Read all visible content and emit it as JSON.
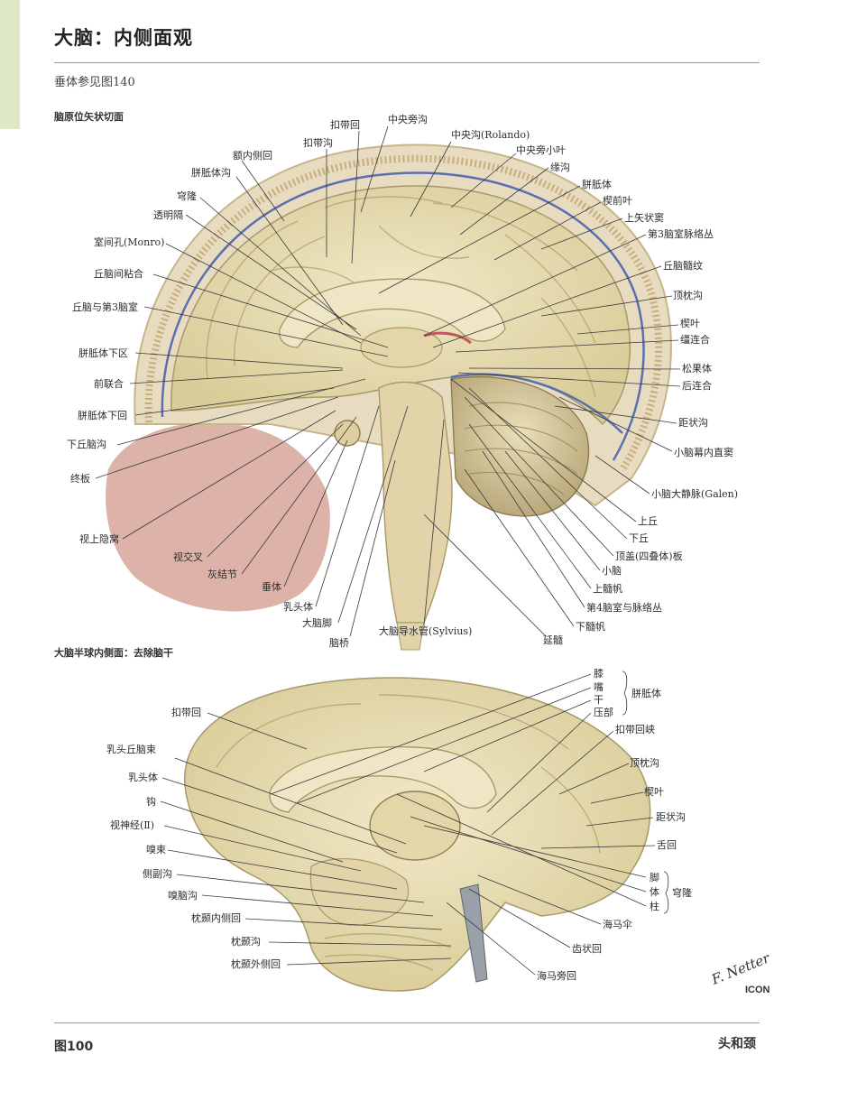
{
  "page": {
    "title": "大脑：内侧面观",
    "subtitle": "垂体参见图140",
    "figure_number": "图100",
    "section": "头和颈",
    "colors": {
      "accent": "#dce9c4",
      "brain": "#e9dfb6",
      "membrane": "#d6a59a",
      "vessel": "#5b6fb0"
    }
  },
  "top_figure": {
    "heading": "脑原位矢状切面",
    "labels_left": [
      "额内侧回",
      "胼胝体沟",
      "穹隆",
      "透明隔",
      "室间孔(Monro)",
      "丘脑间粘合",
      "丘脑与第3脑室",
      "胼胝体下区",
      "前联合",
      "胼胝体下回",
      "下丘脑沟",
      "终板",
      "视上隐窝",
      "视交叉",
      "灰结节",
      "垂体",
      "乳头体",
      "大脑脚",
      "脑桥",
      "大脑导水管(Sylvius)",
      "延髓"
    ],
    "labels_top": [
      "扣带沟",
      "扣带回",
      "中央旁沟",
      "中央沟(Rolando)",
      "中央旁小叶",
      "缘沟"
    ],
    "labels_right": [
      "胼胝体",
      "楔前叶",
      "上矢状窦",
      "第3脑室脉络丛",
      "丘脑髓纹",
      "顶枕沟",
      "楔叶",
      "缰连合",
      "松果体",
      "后连合",
      "距状沟",
      "小脑幕内直窦",
      "小脑大静脉(Galen)",
      "上丘",
      "下丘",
      "顶盖(四叠体)板",
      "小脑",
      "上髓帆",
      "第4脑室与脉络丛",
      "下髓帆"
    ]
  },
  "bottom_figure": {
    "heading": "大脑半球内侧面：去除脑干",
    "labels_left": [
      "扣带回",
      "乳头丘脑束",
      "乳头体",
      "钩",
      "视神经(Ⅱ)",
      "嗅束",
      "侧副沟",
      "嗅脑沟",
      "枕颞内侧回",
      "枕颞沟",
      "枕颞外侧回"
    ],
    "corpus_callosum_parts": [
      "膝",
      "嘴",
      "干",
      "压部"
    ],
    "corpus_callosum_group": "胼胝体",
    "fornix_parts": [
      "脚",
      "体",
      "柱"
    ],
    "fornix_group": "穹隆",
    "labels_right": [
      "扣带回峡",
      "顶枕沟",
      "楔叶",
      "距状沟",
      "舌回",
      "海马伞",
      "齿状回",
      "海马旁回"
    ]
  },
  "signature": {
    "text": "F. Netter",
    "logo": "ICON"
  }
}
